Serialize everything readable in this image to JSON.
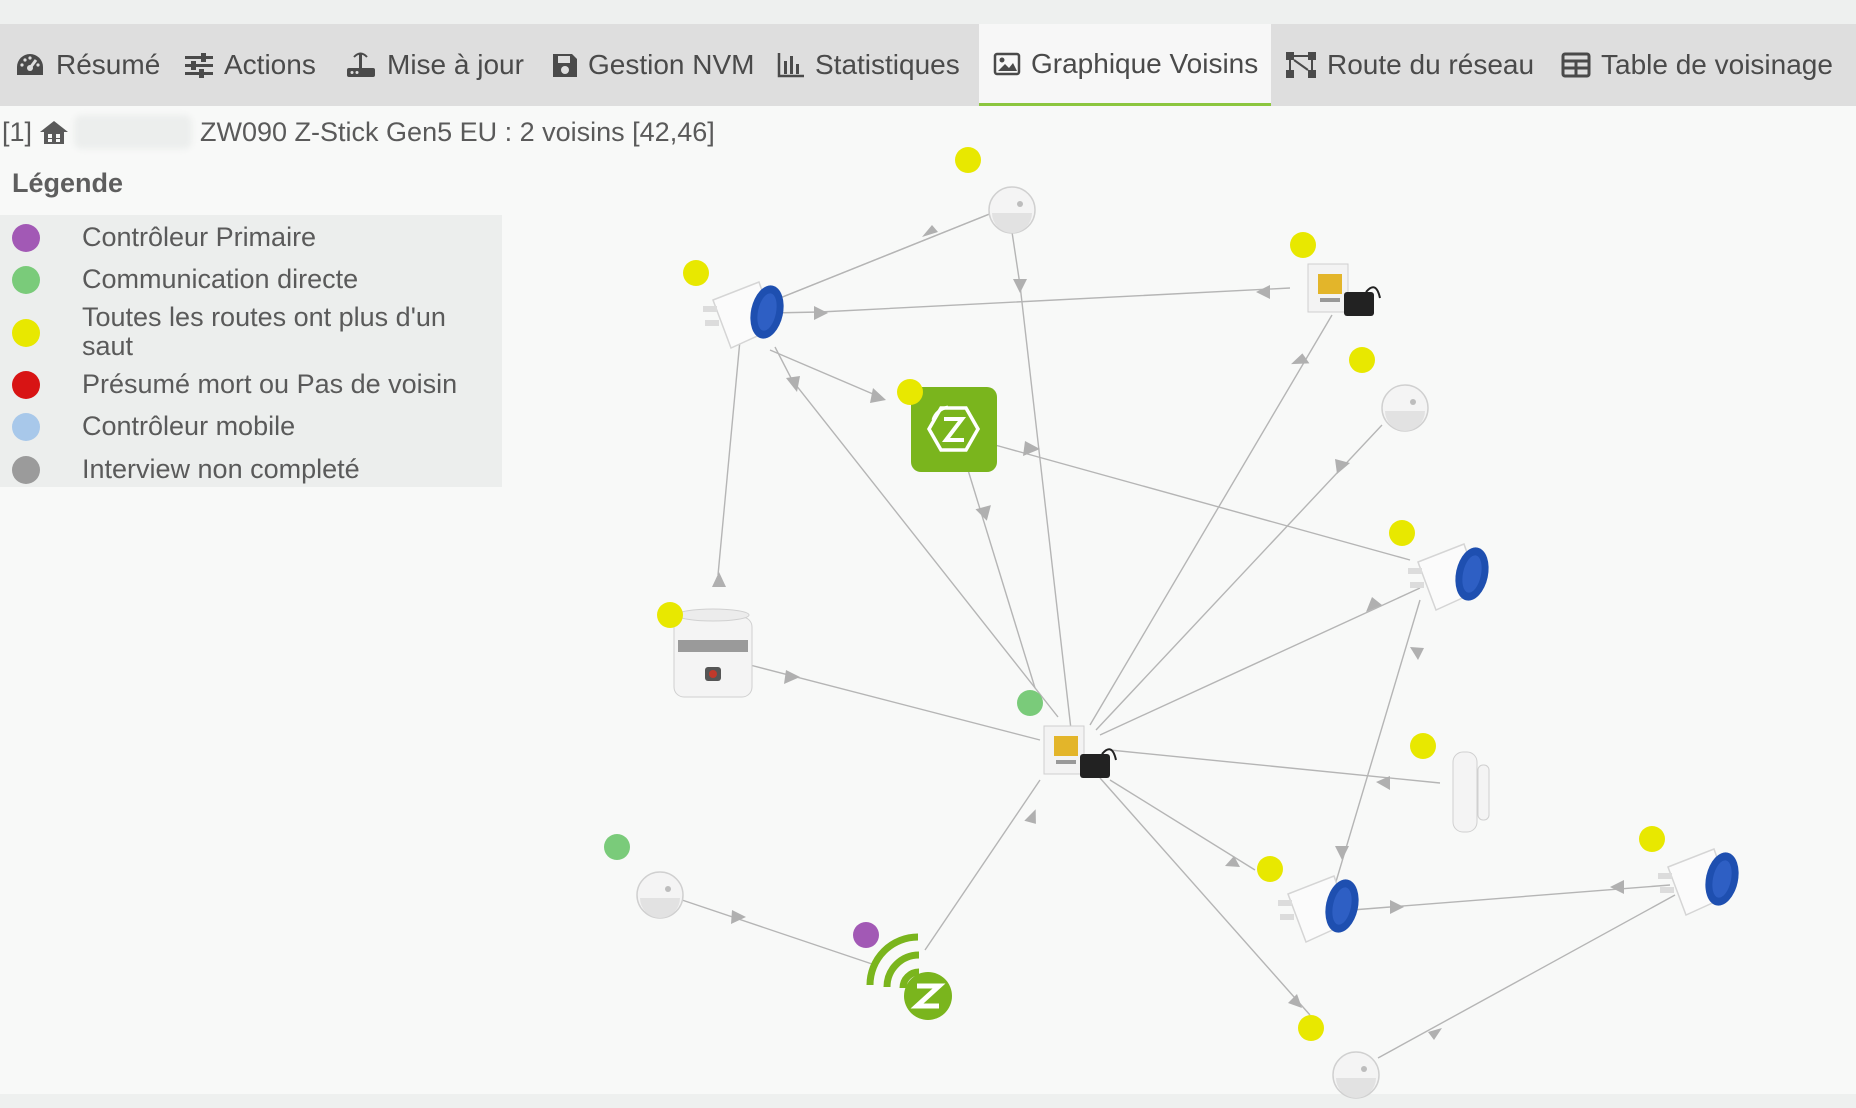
{
  "tabs": [
    {
      "label": "Résumé",
      "icon": "dashboard-icon",
      "active": false
    },
    {
      "label": "Actions",
      "icon": "sliders-icon",
      "active": false
    },
    {
      "label": "Mise à jour",
      "icon": "router-icon",
      "active": false
    },
    {
      "label": "Gestion NVM",
      "icon": "save-icon",
      "active": false
    },
    {
      "label": "Statistiques",
      "icon": "bar-chart-icon",
      "active": false
    },
    {
      "label": "Graphique Voisins",
      "icon": "image-icon",
      "active": true
    },
    {
      "label": "Route du réseau",
      "icon": "network-icon",
      "active": false
    },
    {
      "label": "Table de voisinage",
      "icon": "table-icon",
      "active": false
    }
  ],
  "header": {
    "prefix": "[1]",
    "icon": "house-icon",
    "text": "ZW090 Z-Stick Gen5 EU : 2 voisins [42,46]"
  },
  "legend": {
    "title": "Légende",
    "items": [
      {
        "label": "Contrôleur Primaire",
        "color": "#a259b5"
      },
      {
        "label": "Communication directe",
        "color": "#7acb7a"
      },
      {
        "label": "Toutes les routes ont plus d'un saut",
        "color": "#e8e800"
      },
      {
        "label": "Présumé mort ou Pas de voisin",
        "color": "#d81414"
      },
      {
        "label": "Contrôleur mobile",
        "color": "#a8c8ea"
      },
      {
        "label": "Interview non completé",
        "color": "#9b9b9b"
      }
    ]
  },
  "colors": {
    "accent": "#8cc63f",
    "zwave_green": "#7ab51d",
    "plug_blue": "#1e4fb0",
    "edge": "#b5b5b5"
  }
}
